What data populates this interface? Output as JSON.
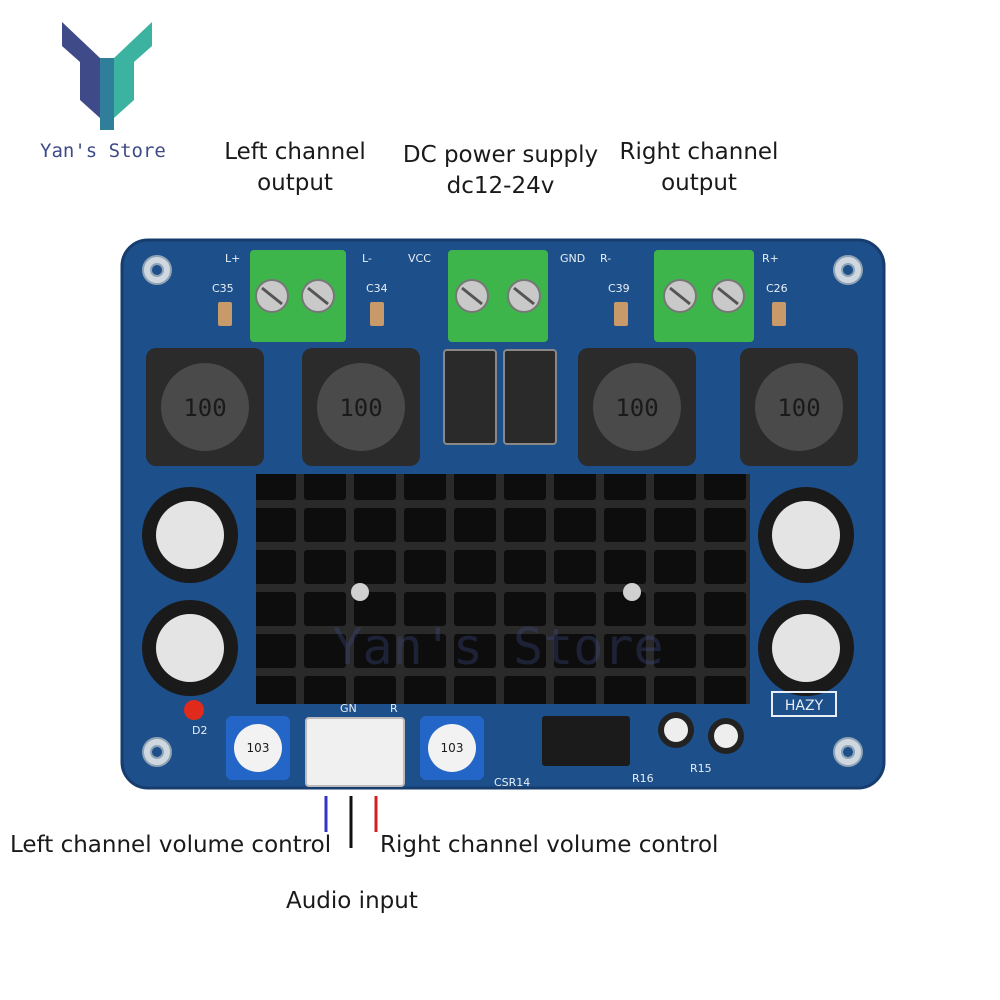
{
  "store": {
    "name": "Yan's Store",
    "watermark": "Yan's Store"
  },
  "labels": {
    "left_output_1": "Left channel",
    "left_output_2": "output",
    "dc_power_1": "DC power supply",
    "dc_power_2": "dc12-24v",
    "right_output_1": "Right channel",
    "right_output_2": "output",
    "left_volume": "Left channel volume control",
    "right_volume": "Right channel volume control",
    "audio_input": "Audio input"
  },
  "silkscreen": {
    "l_plus": "L+",
    "l_minus": "L-",
    "vcc": "VCC",
    "gnd": "GND",
    "r_minus": "R-",
    "r_plus": "R+",
    "c35": "C35",
    "c34": "C34",
    "c39": "C39",
    "c26": "C26",
    "inductor": "100",
    "hazy": "HAZY",
    "gn": "GN",
    "r": "R",
    "d2": "D2",
    "r15": "R15",
    "r16": "R16",
    "csr14": "CSR14",
    "pot": "103"
  },
  "colors": {
    "board": "#1d4f8a",
    "terminal": "#3db54a",
    "heatsink": "#1b1b1b",
    "logo_blue": "#3f4a88",
    "logo_teal": "#3bb3a0",
    "wire_blue": "#3333cc",
    "wire_black": "#111111",
    "wire_red": "#d42020"
  }
}
